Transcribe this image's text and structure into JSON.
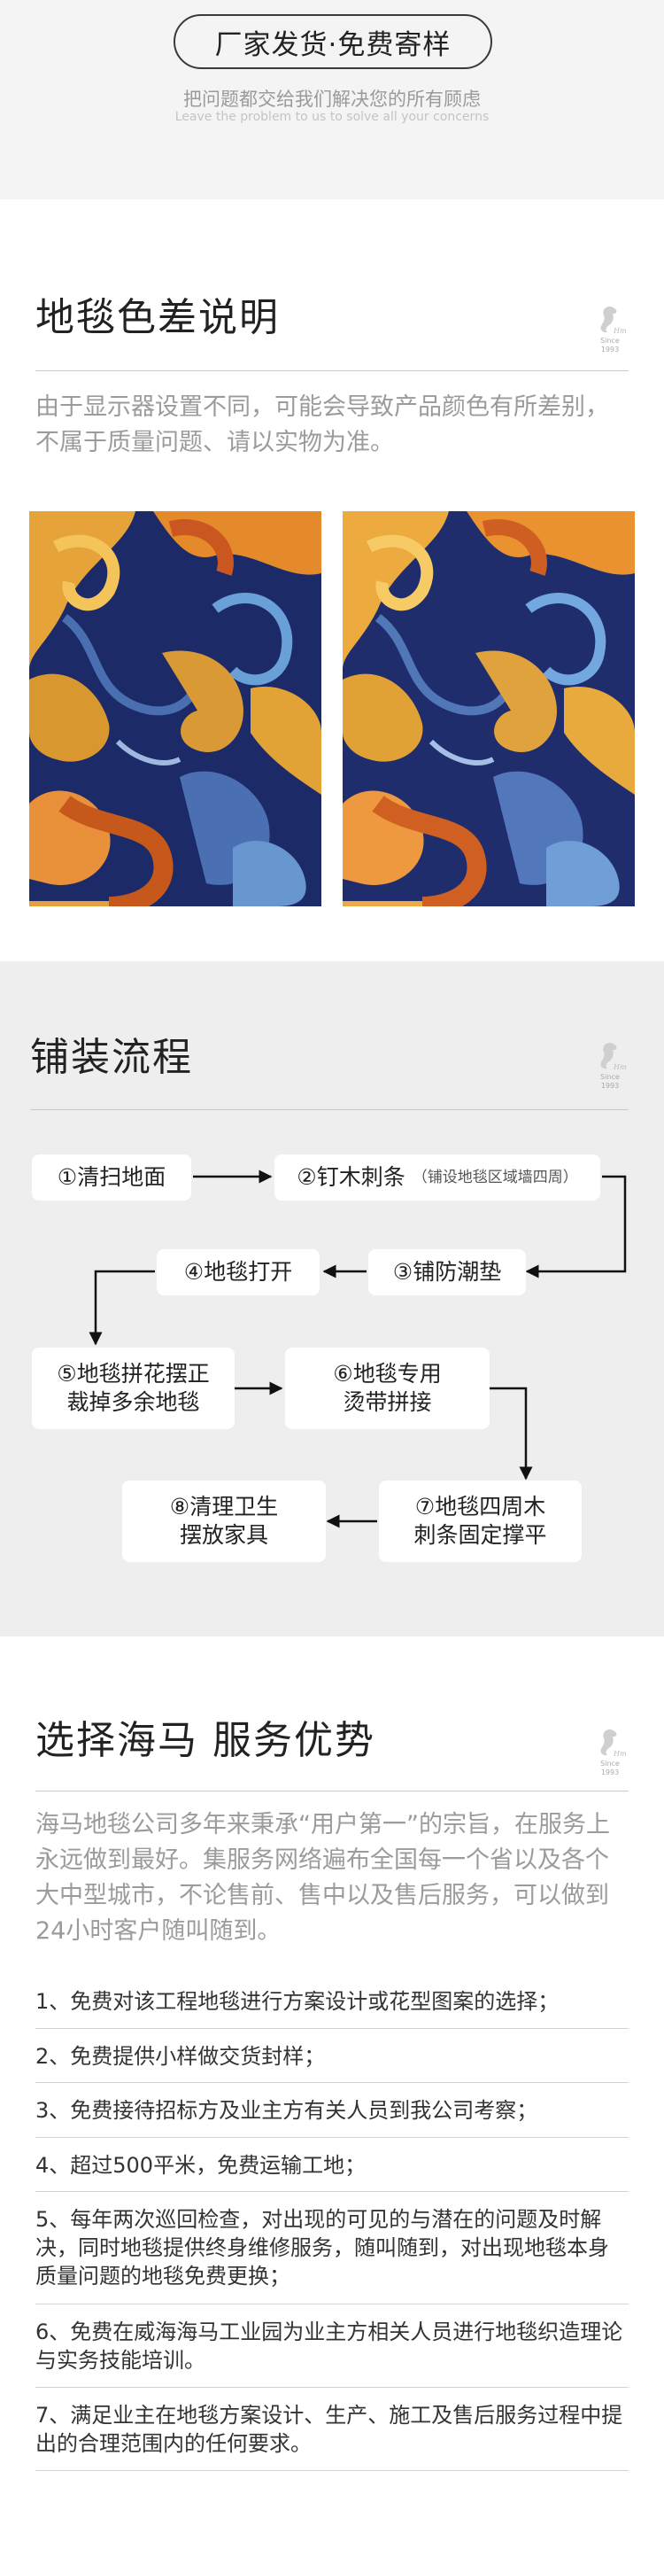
{
  "banner": {
    "pill": "厂家发货·免费寄样",
    "subtitle": "把问题都交给我们解决您的所有顾虑",
    "subtitle_en": "Leave the problem to us to solve all your concerns"
  },
  "brand": {
    "logo_text": "Since 1993"
  },
  "color_diff": {
    "title": "地毯色差说明",
    "description": "由于显示器设置不同，可能会导致产品颜色有所差别，不属于质量问题、请以实物为准。"
  },
  "install": {
    "title": "铺装流程",
    "steps": [
      {
        "label": "①清扫地面"
      },
      {
        "label": "②钉木刺条",
        "note": "（铺设地毯区域墙四周）"
      },
      {
        "label": "③铺防潮垫"
      },
      {
        "label": "④地毯打开"
      },
      {
        "line1": "⑤地毯拼花摆正",
        "line2": "裁掉多余地毯"
      },
      {
        "line1": "⑥地毯专用",
        "line2": "烫带拼接"
      },
      {
        "line1": "⑦地毯四周木",
        "line2": "刺条固定撑平"
      },
      {
        "line1": "⑧清理卫生",
        "line2": "摆放家具"
      }
    ]
  },
  "services": {
    "title": "选择海马 服务优势",
    "description": "海马地毯公司多年来秉承“用户第一”的宗旨，在服务上永远做到最好。集服务网络遍布全国每一个省以及各个大中型城市，不论售前、售中以及售后服务，可以做到24小时客户随叫随到。",
    "items": [
      "1、免费对该工程地毯进行方案设计或花型图案的选择；",
      "2、免费提供小样做交货封样；",
      "3、免费接待招标方及业主方有关人员到我公司考察；",
      "4、超过500平米，免费运输工地；",
      "5、每年两次巡回检查，对出现的可见的与潜在的问题及时解决，同时地毯提供终身维修服务，随叫随到，对出现地毯本身质量问题的地毯免费更换；",
      "6、免费在威海海马工业园为业主方相关人员进行地毯织造理论与实务技能培训。",
      "7、满足业主在地毯方案设计、生产、施工及售后服务过程中提出的合理范围内的任何要求。"
    ]
  }
}
